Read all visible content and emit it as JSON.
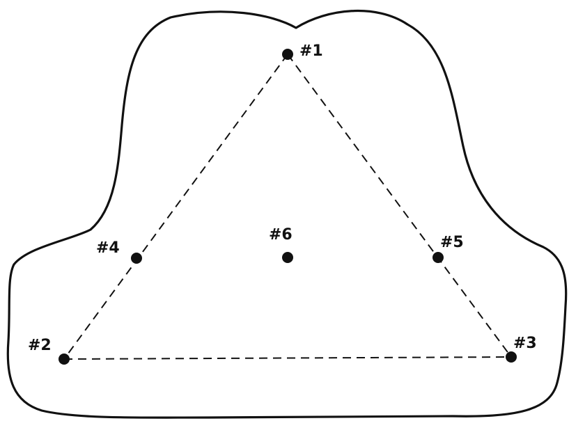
{
  "diagram": {
    "points": [
      {
        "id": "1",
        "label": "#1"
      },
      {
        "id": "2",
        "label": "#2"
      },
      {
        "id": "3",
        "label": "#3"
      },
      {
        "id": "4",
        "label": "#4"
      },
      {
        "id": "5",
        "label": "#5"
      },
      {
        "id": "6",
        "label": "#6"
      }
    ],
    "edges": [
      {
        "from": "1",
        "to": "2",
        "style": "dashed"
      },
      {
        "from": "1",
        "to": "3",
        "style": "dashed"
      },
      {
        "from": "2",
        "to": "3",
        "style": "dashed"
      }
    ],
    "colors": {
      "ink": "#111111",
      "background": "#ffffff"
    }
  }
}
